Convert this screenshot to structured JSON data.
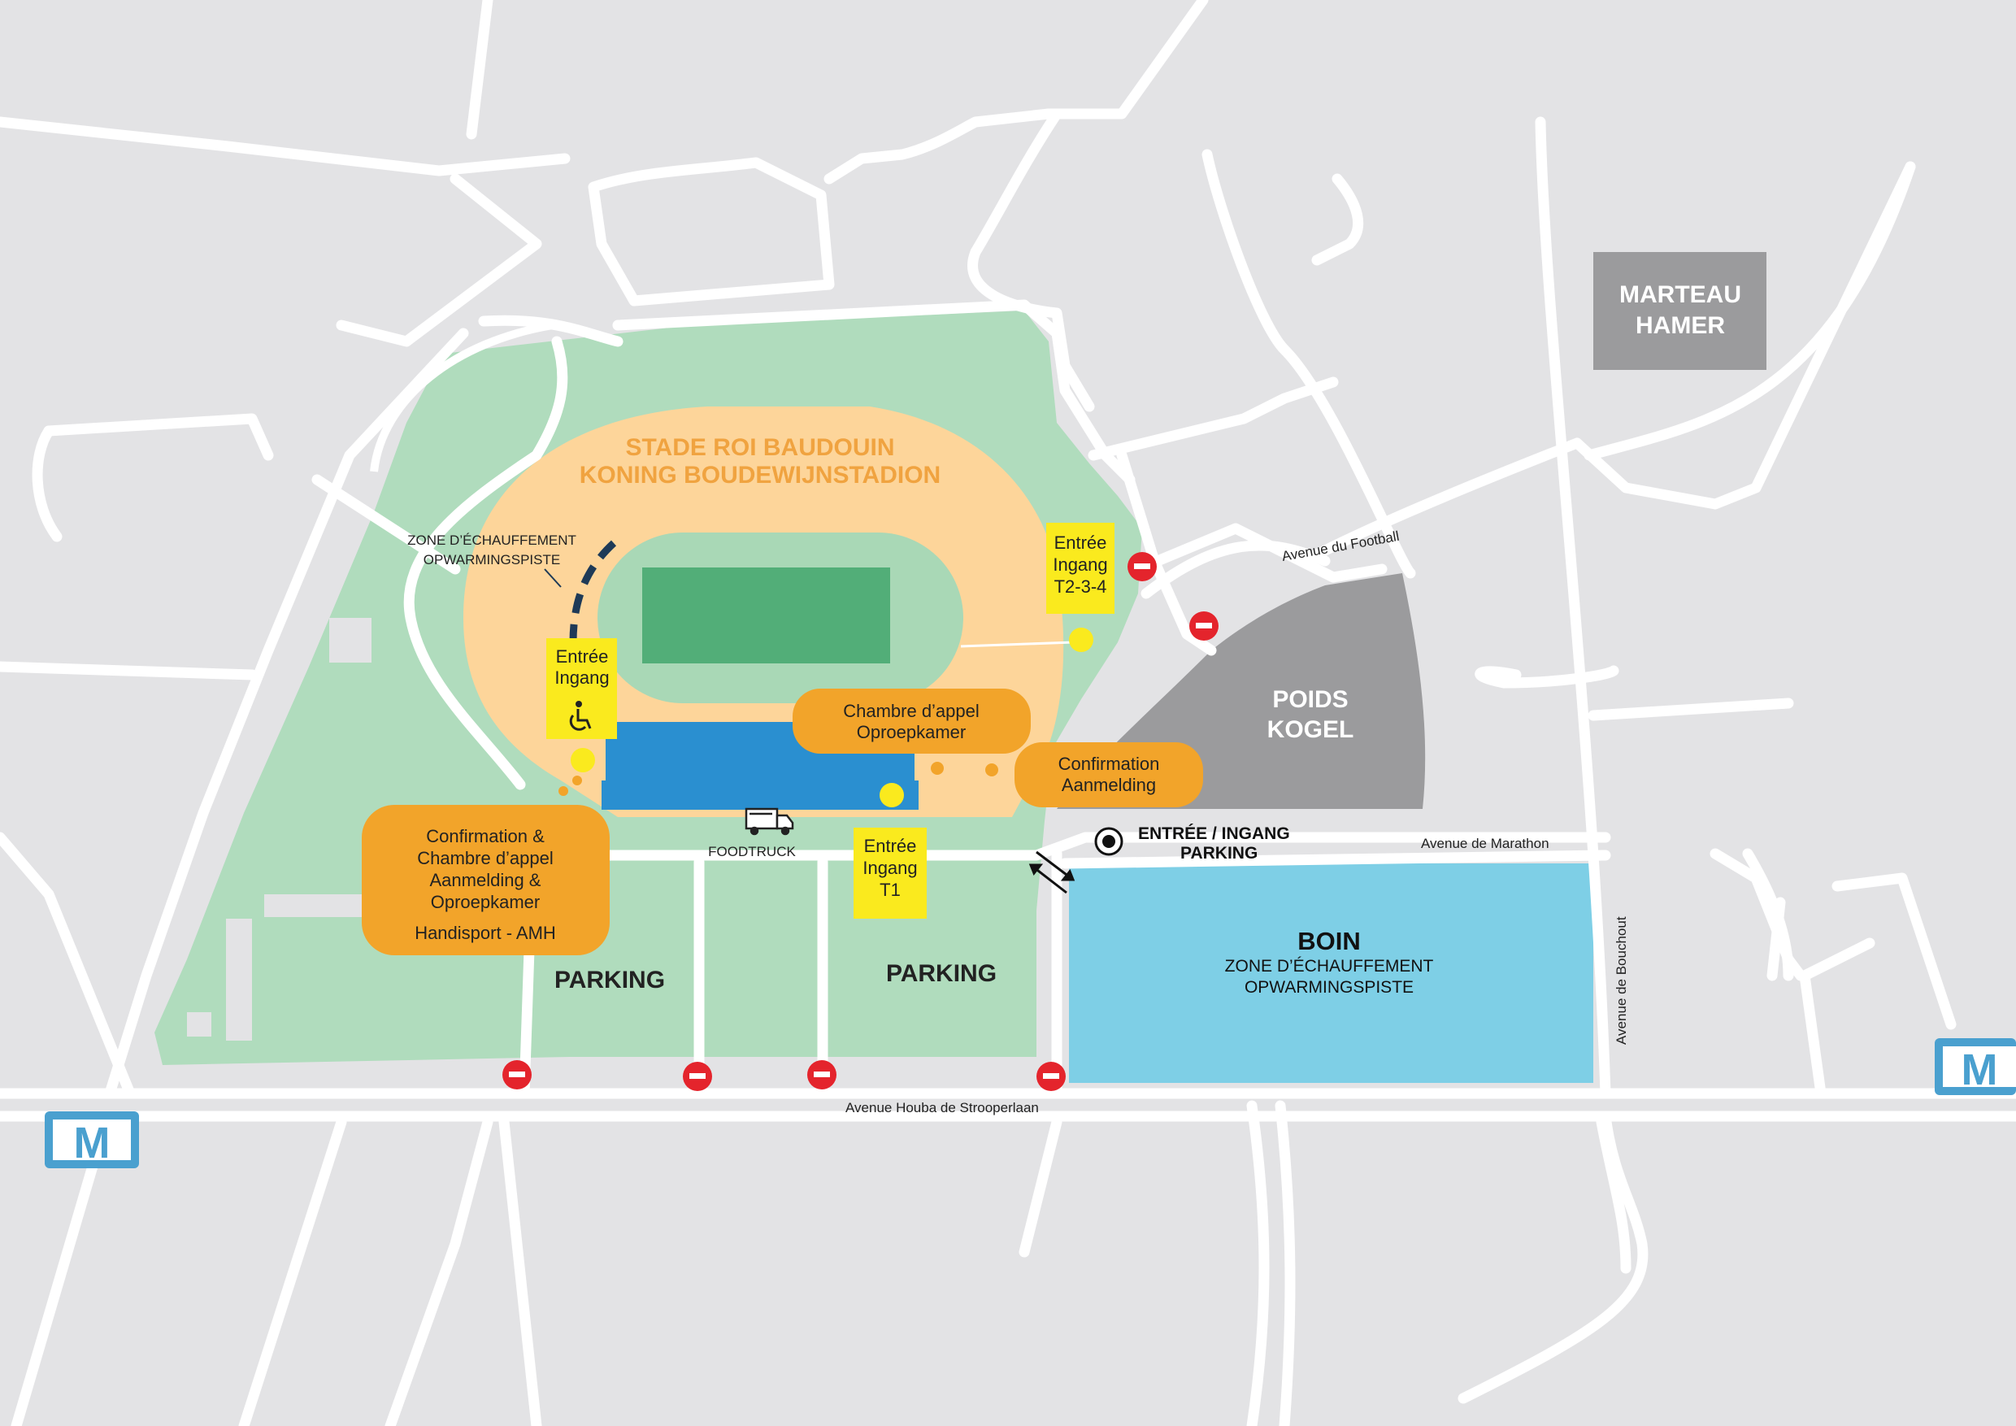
{
  "stadium": {
    "name_fr": "STADE ROI BAUDOUIN",
    "name_nl": "KONING BOUDEWIJNSTADION"
  },
  "warmup_zone_label": {
    "fr": "ZONE D’ÉCHAUFFEMENT",
    "nl": "OPWARMINGSPISTE"
  },
  "entrance_accessible": {
    "line1": "Entrée",
    "line2": "Ingang",
    "icon": "wheelchair-icon"
  },
  "entrance_t234": {
    "line1": "Entrée",
    "line2": "Ingang",
    "line3": "T2-3-4"
  },
  "entrance_t1": {
    "line1": "Entrée",
    "line2": "Ingang",
    "line3": "T1"
  },
  "call_room": {
    "line1": "Chambre d’appel",
    "line2": "Oproepkamer"
  },
  "confirmation": {
    "line1": "Confirmation",
    "line2": "Aanmelding"
  },
  "handisport_box": {
    "line1": "Confirmation &",
    "line2": "Chambre d’appel",
    "line3": "Aanmelding &",
    "line4": "Oproepkamer",
    "line5": "Handisport - AMH"
  },
  "foodtruck_label": "FOODTRUCK",
  "parking_left": "PARKING",
  "parking_center": "PARKING",
  "parking_entrance": {
    "line1": "ENTRÉE / INGANG",
    "line2": "PARKING"
  },
  "shot_put": {
    "line1": "POIDS",
    "line2": "KOGEL"
  },
  "hammer": {
    "line1": "MARTEAU",
    "line2": "HAMER"
  },
  "boin": {
    "title": "BOIN",
    "line1": "ZONE D’ÉCHAUFFEMENT",
    "line2": "OPWARMINGSPISTE"
  },
  "streets": {
    "football": "Avenue du Football",
    "marathon": "Avenue de Marathon",
    "houba": "Avenue Houba de Strooperlaan",
    "bouchout": "Avenue de Bouchout"
  },
  "metro_symbol": "M",
  "colors": {
    "background": "#e3e3e5",
    "park": "#b0dcbd",
    "stadium": "#fdd59a",
    "stadium_title": "#f0a340",
    "track": "#a9d8b6",
    "field": "#52ae78",
    "stand": "#2a8fd0",
    "entrance": "#faea1e",
    "info_box": "#f2a42a",
    "gray_zone": "#9b9b9d",
    "boin": "#7ecfe6",
    "no_entry": "#e4242c",
    "metro": "#4aa0cf"
  }
}
